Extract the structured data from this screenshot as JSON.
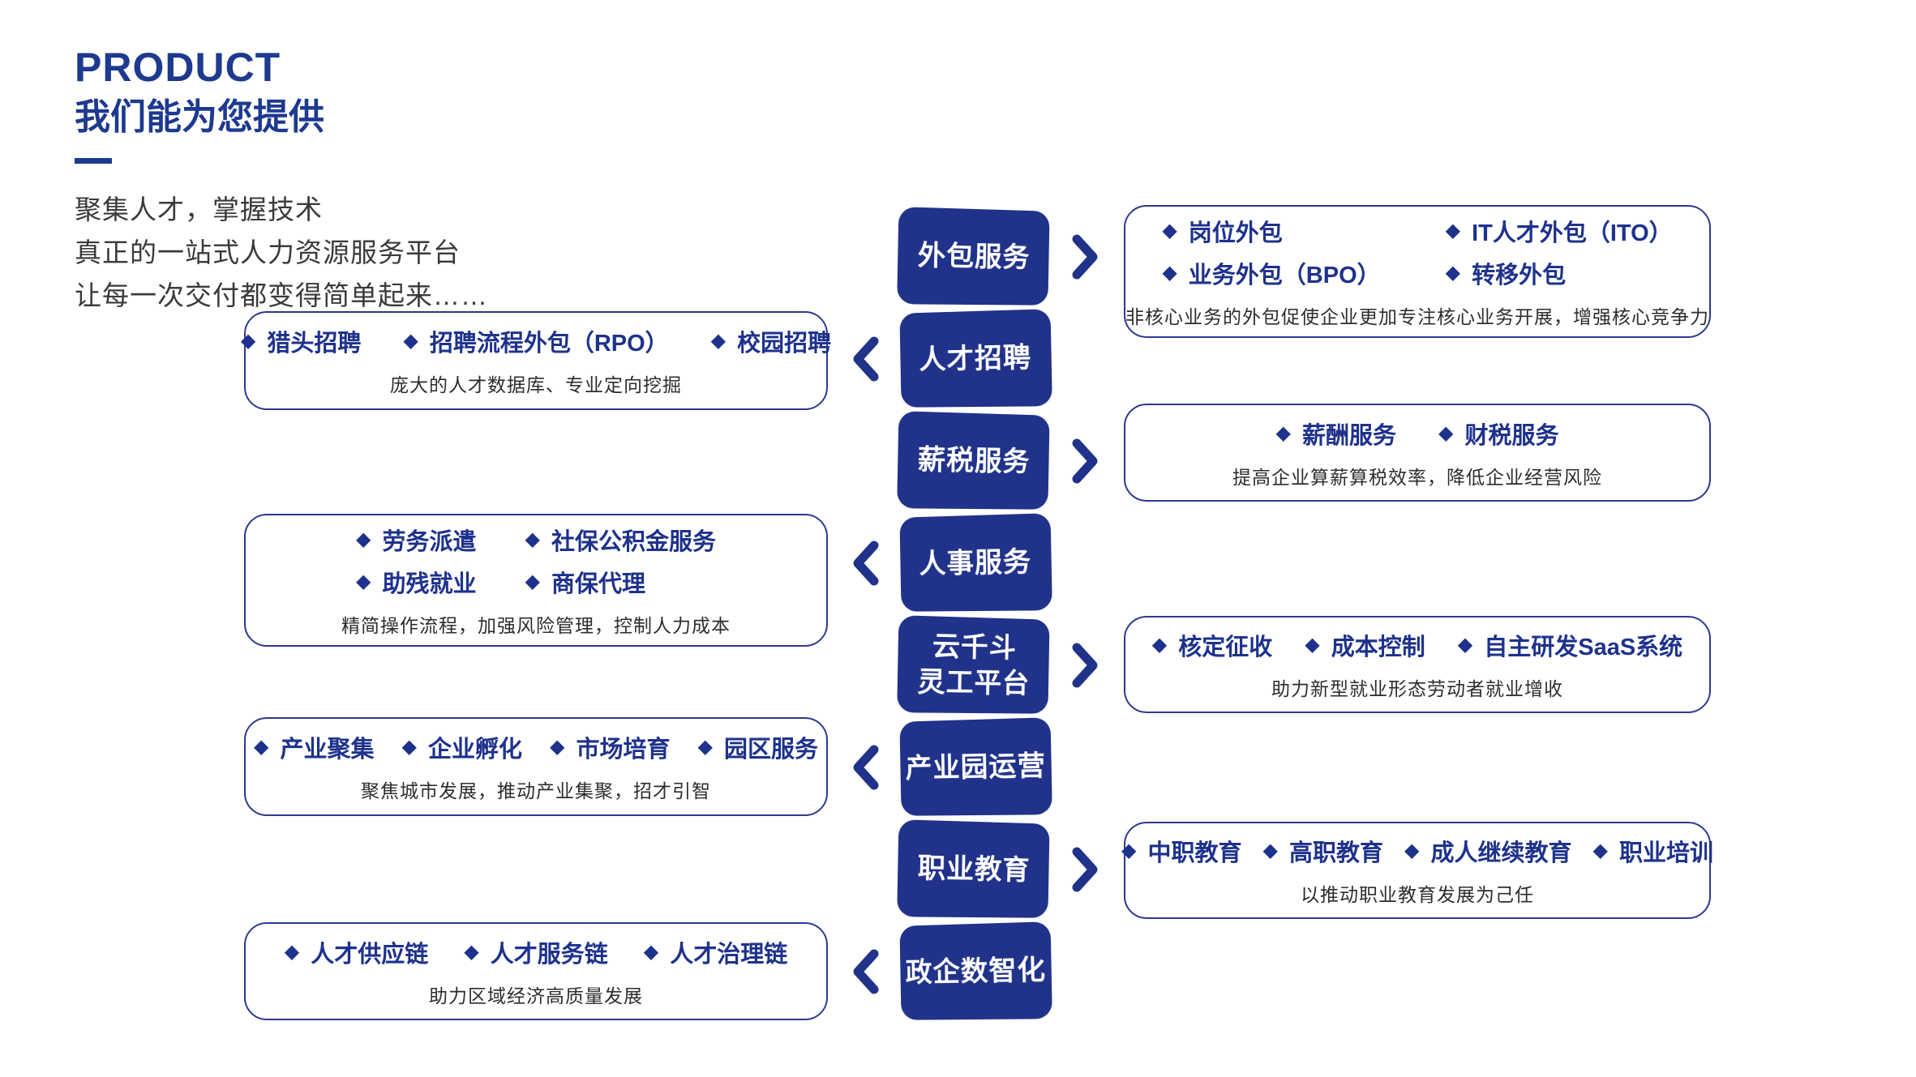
{
  "header": {
    "kicker": "PRODUCT",
    "title": "我们能为您提供",
    "intro_lines": [
      "聚集人才，掌握技术",
      "真正的一站式人力资源服务平台",
      "让每一次交付都变得简单起来……"
    ]
  },
  "icons": {
    "bullet_diamond": "◆"
  },
  "colors": {
    "brand_blue": "#20328a",
    "title_blue": "#1d3a8f",
    "panel_border_blue": "#2c3a90",
    "item_text_blue": "#1e328c",
    "body_text": "#3a3a3a",
    "desc_text": "#2d2d2d"
  },
  "buttons": [
    {
      "label": "外包服务"
    },
    {
      "label": "人才招聘"
    },
    {
      "label": "薪税服务"
    },
    {
      "label": "人事服务"
    },
    {
      "label": "云千斗",
      "label2": "灵工平台"
    },
    {
      "label": "产业园运营"
    },
    {
      "label": "职业教育"
    },
    {
      "label": "政企数智化"
    }
  ],
  "panels": [
    {
      "for": "外包服务",
      "side": "right",
      "items": [
        "岗位外包",
        "IT人才外包（ITO）",
        "业务外包（BPO）",
        "转移外包"
      ],
      "desc": "非核心业务的外包促使企业更加专注核心业务开展，增强核心竞争力"
    },
    {
      "for": "人才招聘",
      "side": "left",
      "items": [
        "猎头招聘",
        "招聘流程外包（RPO）",
        "校园招聘"
      ],
      "desc": "庞大的人才数据库、专业定向挖掘"
    },
    {
      "for": "薪税服务",
      "side": "right",
      "items": [
        "薪酬服务",
        "财税服务"
      ],
      "desc": "提高企业算薪算税效率，降低企业经营风险"
    },
    {
      "for": "人事服务",
      "side": "left",
      "items": [
        "劳务派遣",
        "社保公积金服务",
        "助残就业",
        "商保代理"
      ],
      "desc": "精简操作流程，加强风险管理，控制人力成本"
    },
    {
      "for": "云千斗灵工平台",
      "side": "right",
      "items": [
        "核定征收",
        "成本控制",
        "自主研发SaaS系统"
      ],
      "desc": "助力新型就业形态劳动者就业增收"
    },
    {
      "for": "产业园运营",
      "side": "left",
      "items": [
        "产业聚集",
        "企业孵化",
        "市场培育",
        "园区服务"
      ],
      "desc": "聚焦城市发展，推动产业集聚，招才引智"
    },
    {
      "for": "职业教育",
      "side": "right",
      "items": [
        "中职教育",
        "高职教育",
        "成人继续教育",
        "职业培训"
      ],
      "desc": "以推动职业教育发展为己任"
    },
    {
      "for": "政企数智化",
      "side": "left",
      "items": [
        "人才供应链",
        "人才服务链",
        "人才治理链"
      ],
      "desc": "助力区域经济高质量发展"
    }
  ]
}
